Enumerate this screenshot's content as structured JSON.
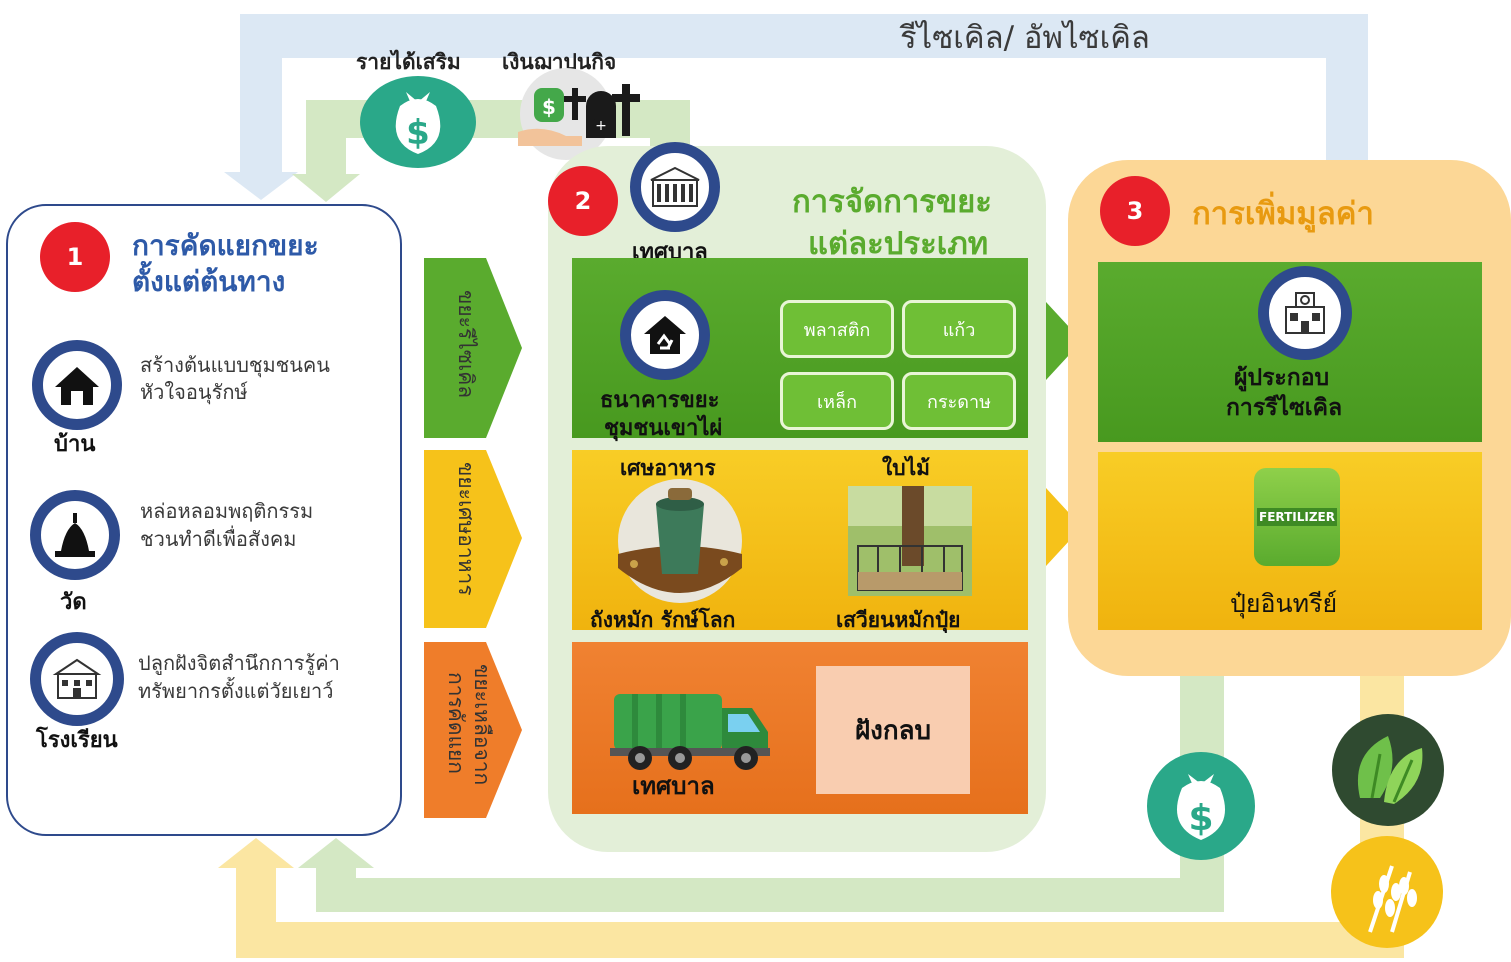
{
  "top_label": "รีไซเคิล/ อัพไซเคิล",
  "income": {
    "extra": "รายได้เสริม",
    "funeral": "เงินฌาปนกิจ"
  },
  "section1": {
    "number": "1",
    "title_line1": "การคัดแยกขยะ",
    "title_line2": "ตั้งแต่ต้นทาง",
    "items": [
      {
        "icon": "house-icon",
        "label": "บ้าน",
        "desc_line1": "สร้างต้นแบบชุมชนคน",
        "desc_line2": "หัวใจอนุรักษ์"
      },
      {
        "icon": "temple-icon",
        "label": "วัด",
        "desc_line1": "หล่อหลอมพฤติกรรม",
        "desc_line2": "ชวนทำดีเพื่อสังคม"
      },
      {
        "icon": "school-icon",
        "label": "โรงเรียน",
        "desc_line1": "ปลูกฝังจิตสำนึกการรู้ค่า",
        "desc_line2": "ทรัพยากรตั้งแต่วัยเยาว์"
      }
    ]
  },
  "arrows": {
    "recycle": "ขยะรีไซเคิล",
    "food": "ขยะเศษอาหาร",
    "residual_line1": "ขยะเหลือจาก",
    "residual_line2": "การคัดแยก"
  },
  "section2": {
    "number": "2",
    "municipality": "เทศบาล",
    "title_line1": "การจัดการขยะ",
    "title_line2": "แต่ละประเภท",
    "bank_line1": "ธนาคารขยะ",
    "bank_line2": "ชุมชนเขาไผ่",
    "chips": [
      "พลาสติก",
      "แก้ว",
      "เหล็ก",
      "กระดาษ"
    ],
    "food_waste": "เศษอาหาร",
    "leaves": "ใบไม้",
    "bin": "ถังหมัก รักษ์โลก",
    "compost": "เสวียนหมักปุ๋ย",
    "truck_label": "เทศบาล",
    "landfill": "ฝังกลบ"
  },
  "section3": {
    "number": "3",
    "title": "การเพิ่มมูลค่า",
    "operator_line1": "ผู้ประกอบ",
    "operator_line2": "การรีไซเคิล",
    "bag_text": "FERTILIZER",
    "fertilizer": "ปุ๋ยอินทรีย์"
  },
  "colors": {
    "navy": "#2e4a8c",
    "green": "#5aab2e",
    "yellow": "#f6c21a",
    "orange": "#ef7d2a",
    "red": "#e8202a"
  }
}
